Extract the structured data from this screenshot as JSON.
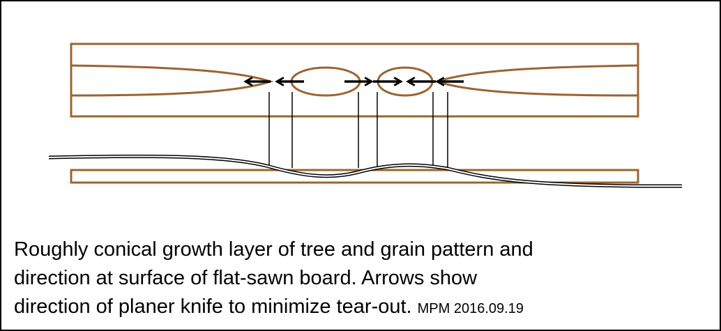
{
  "caption": {
    "line1": "Roughly conical growth layer of tree and grain pattern and",
    "line2": "direction at surface of flat-sawn board.  Arrows show",
    "line3": "direction of planer knife to minimize tear-out.",
    "credit": "MPM 2016.09.19"
  },
  "colors": {
    "wood": "#9C6430",
    "ink": "#000000"
  }
}
